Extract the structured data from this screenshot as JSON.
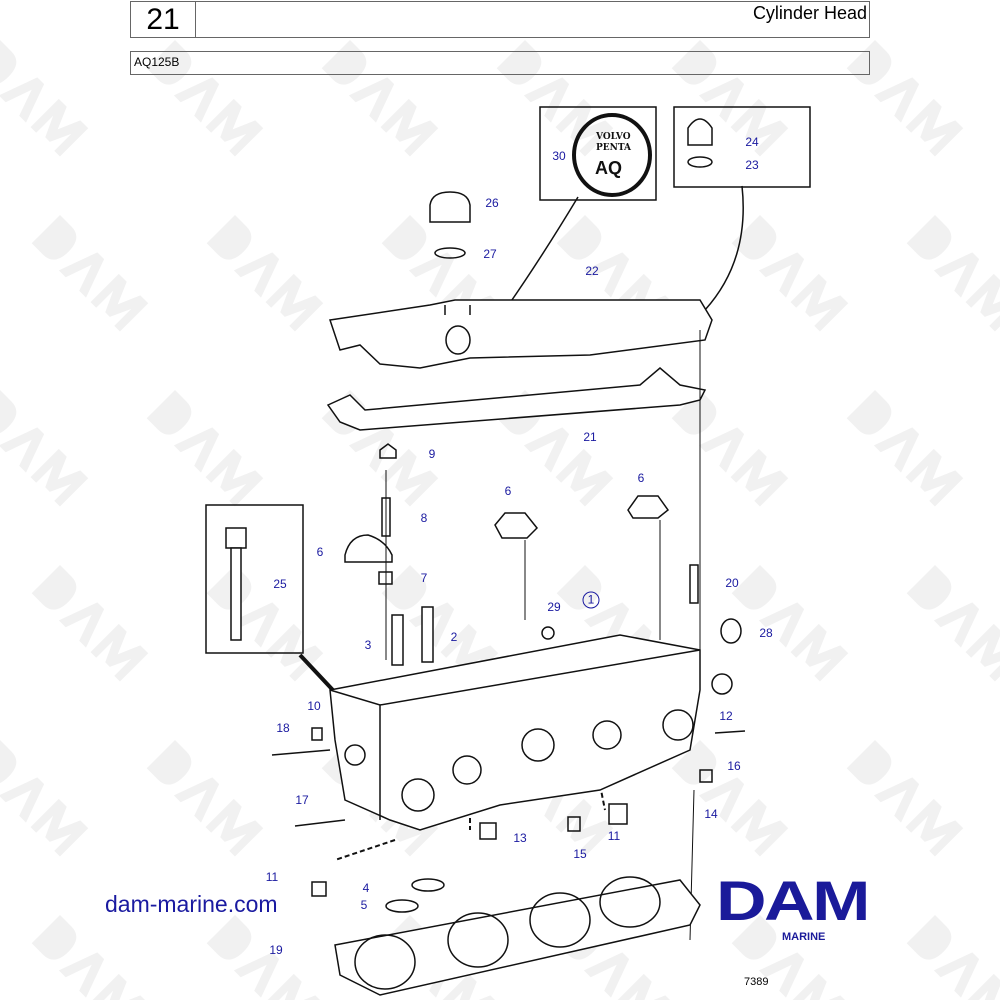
{
  "header": {
    "section_number": "21",
    "title": "Cylinder Head"
  },
  "model": "AQ125B",
  "callouts": [
    "30",
    "24",
    "23",
    "26",
    "27",
    "22",
    "21",
    "9",
    "8",
    "6",
    "7",
    "6",
    "6",
    "25",
    "20",
    "29",
    "1",
    "28",
    "3",
    "2",
    "10",
    "12",
    "18",
    "16",
    "14",
    "17",
    "13",
    "11",
    "15",
    "11",
    "4",
    "5",
    "19"
  ],
  "inset_logo": {
    "line1": "VOLVO",
    "line2": "PENTA",
    "line3": "AQ"
  },
  "footer": {
    "website": "dam-marine.com",
    "brand": "DAM",
    "brand_sub": "MARINE",
    "figure_number": "7389"
  },
  "watermark": "DAM",
  "colors": {
    "callout": "#1a1aa0",
    "brand": "#1a1a9a"
  }
}
